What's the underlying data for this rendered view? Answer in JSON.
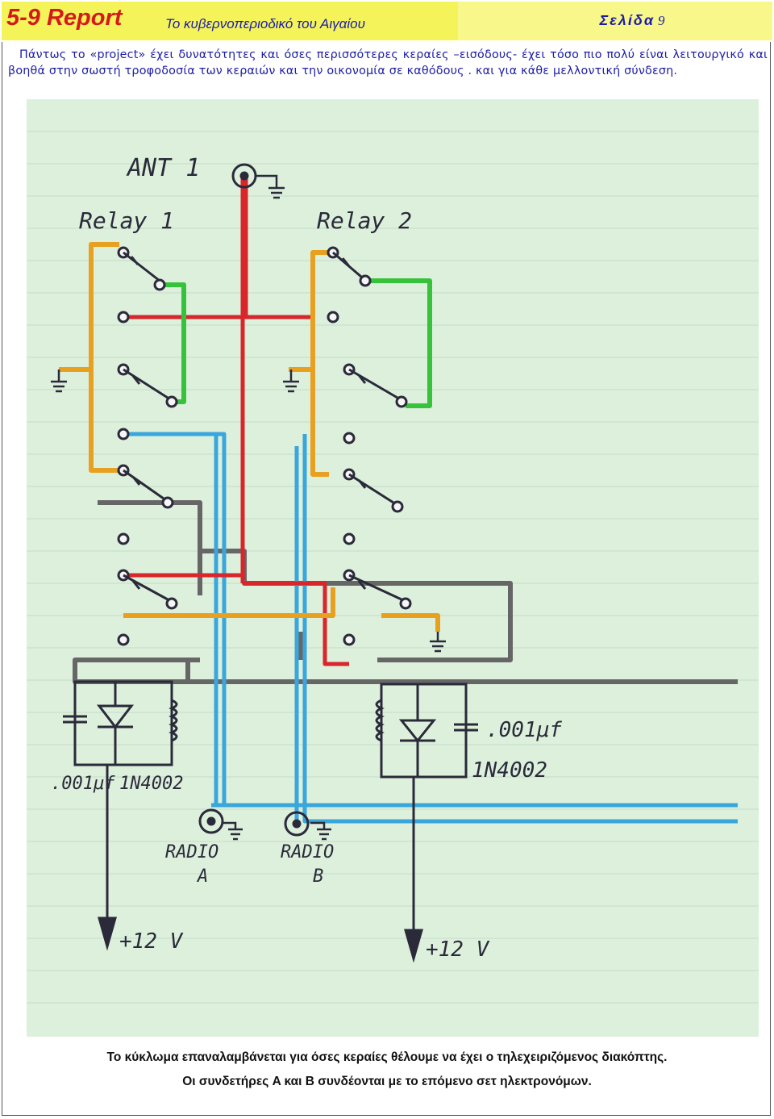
{
  "header": {
    "brand": "5-9 Report",
    "subtitle": "Το κυβερνοπεριοδικό του Αιγαίου",
    "page_label": "Σελίδα",
    "page_number": "9"
  },
  "intro_text": "Πάντως το «project» έχει δυνατότητες και όσες περισσότερες κεραίες –εισόδους- έχει τόσο πιο πολύ είναι λειτουργικό και βοηθά στην σωστή τροφοδοσία των κεραιών και την οικονομία σε καθόδους . και για κάθε μελλοντική σύνδεση.",
  "schematic": {
    "antenna_label": "ANT 1",
    "relay1_label": "Relay 1",
    "relay2_label": "Relay 2",
    "left_cap_label": ".001μf",
    "left_diode_label": "1N4002",
    "right_cap_label": ".001μf",
    "right_diode_label": "1N4002",
    "radio_a_line1": "RADIO",
    "radio_a_line2": "A",
    "radio_b_line1": "RADIO",
    "radio_b_line2": "B",
    "left_supply_label": "+12 V",
    "right_supply_label": "+12 V",
    "colors": {
      "antenna_red": "#d8262b",
      "relay_orange": "#e8a020",
      "nc_green": "#36c23a",
      "radio_blue": "#39a6dc",
      "control_gray": "#666666",
      "ink": "#2a2a3a",
      "paper": "#ddf0dc"
    }
  },
  "captions": {
    "line1": "Το κύκλωμα επαναλαμβάνεται για όσες κεραίες θέλουμε να έχει ο τηλεχειριζόμενος διακόπτης.",
    "line2": "Οι συνδετήρες A και B συνδέονται με το επόμενο σετ ηλεκτρονόμων."
  }
}
